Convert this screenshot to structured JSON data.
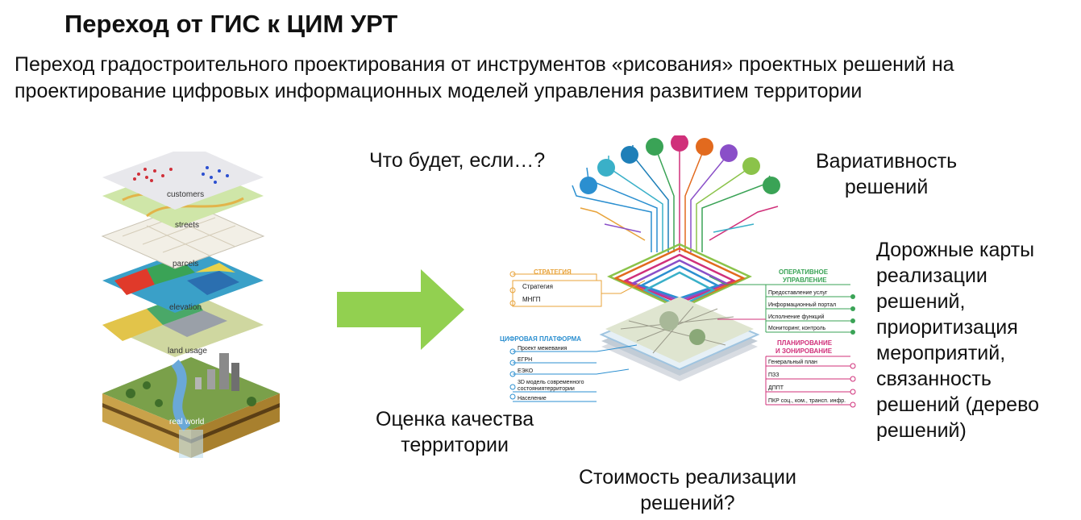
{
  "title": "Переход от ГИС к ЦИМ УРТ",
  "subtitle": "Переход градостроительного проектирования от инструментов «рисования» проектных решений на проектирование цифровых информационных моделей управления развитием территории",
  "labels": {
    "what_if": "Что будет, если…?",
    "variability": [
      "Вариативность",
      "решений"
    ],
    "quality": [
      "Оценка качества",
      "территории"
    ],
    "cost": [
      "Стоимость реализации",
      "решений?"
    ],
    "roadmaps": [
      "Дорожные карты",
      "реализации",
      "решений,",
      "приоритизация",
      "мероприятий,",
      "связанность",
      "решений (дерево",
      "решений)"
    ]
  },
  "gis_layers": [
    "customers",
    "streets",
    "parcels",
    "elevation",
    "land usage",
    "real world"
  ],
  "digital_twin": {
    "strategy": {
      "heading": "СТРАТЕГИЯ",
      "items": [
        "Стратегия",
        "МНГП"
      ],
      "color": "#e8a33a"
    },
    "platform": {
      "heading": "ЦИФРОВАЯ ПЛАТФОРМА",
      "items": [
        "Проект межевания",
        "ЕГРН",
        "ЕЭКО",
        "3D модель современного",
        "состояниятерритории",
        "Население"
      ],
      "color": "#2b8fd0"
    },
    "operational": {
      "heading": [
        "ОПЕРАТИВНОЕ",
        "УПРАВЛЕНИЕ"
      ],
      "items": [
        "Предоставление услуг",
        "Информационный портал",
        "Исполнение функций",
        "Мониторинг, контроль"
      ],
      "color": "#3aa356"
    },
    "planning": {
      "heading": [
        "ПЛАНИРОВАНИЕ",
        "И ЗОНИРОВАНИЕ"
      ],
      "items": [
        "Генеральный план",
        "ПЗЗ",
        "ДППТ",
        "ПКР соц., ком., трансп. инфр."
      ],
      "color": "#d0307a"
    },
    "icon_colors": [
      "#2b8fd0",
      "#3ab0c8",
      "#1e7fb8",
      "#3aa356",
      "#d0307a",
      "#e26a1e",
      "#8a4fc8",
      "#8bc34a",
      "#3aa356",
      "#2b8fd0"
    ]
  },
  "colors": {
    "arrow": "#92d050"
  }
}
